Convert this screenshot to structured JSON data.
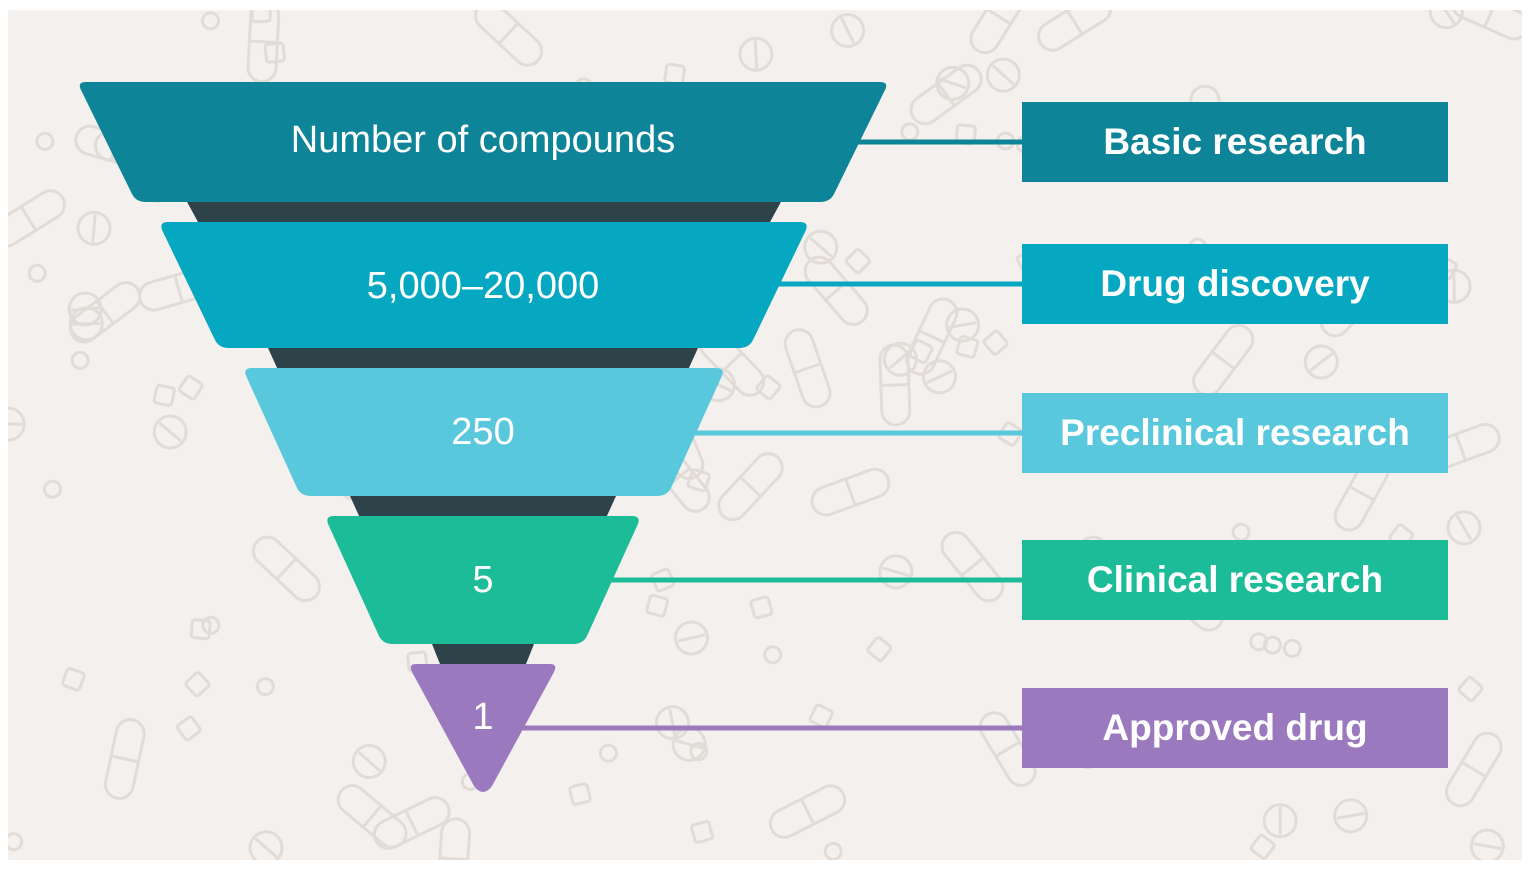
{
  "colors": {
    "background": "#f4f0ed",
    "pattern": "#e1dcd8",
    "shadow_band": "#2d4249",
    "basic_research": "#0d8497",
    "drug_discovery": "#05a8c0",
    "preclinical_research": "#5ac8dc",
    "clinical_research": "#1cbc98",
    "approved_drug": "#9b79bf"
  },
  "funnel": {
    "header": "Number of compounds",
    "stages": [
      {
        "key": "basic_research",
        "label": "Basic research",
        "value": ""
      },
      {
        "key": "drug_discovery",
        "label": "Drug discovery",
        "value": "5,000–20,000"
      },
      {
        "key": "preclinical_research",
        "label": "Preclinical research",
        "value": "250"
      },
      {
        "key": "clinical_research",
        "label": "Clinical research",
        "value": "5"
      },
      {
        "key": "approved_drug",
        "label": "Approved drug",
        "value": "1"
      }
    ]
  }
}
